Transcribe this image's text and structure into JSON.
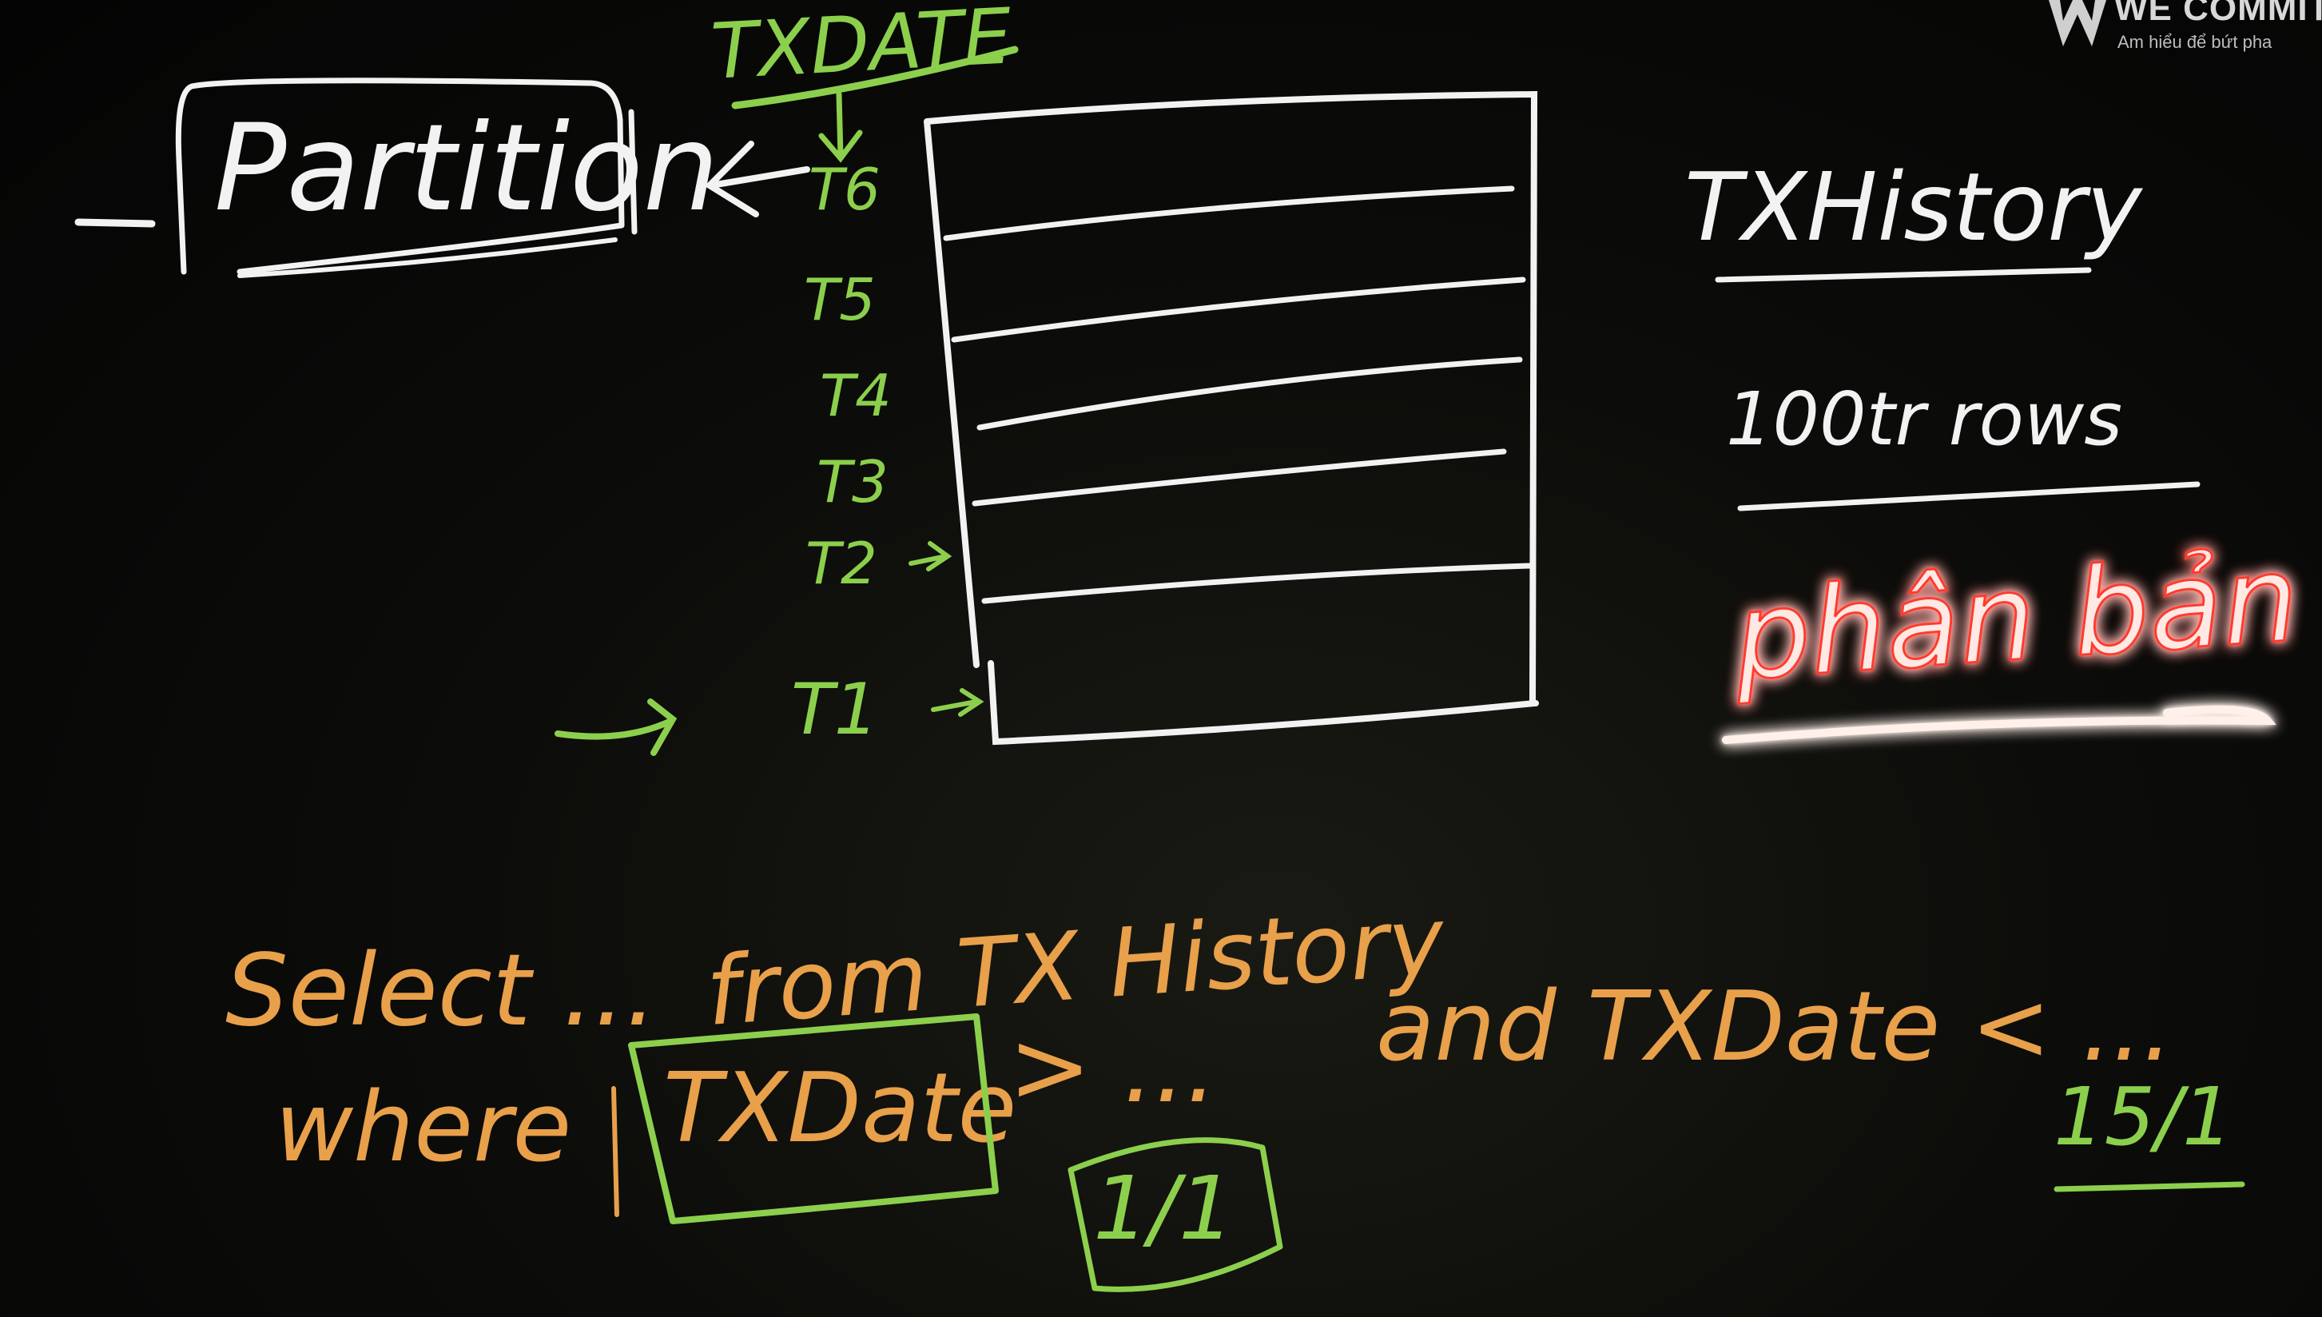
{
  "colors": {
    "chalk_white": "#f2f2f2",
    "chalk_green": "#8ccf4d",
    "chalk_orange": "#e8a04a",
    "neon_red": "#ff3b2f",
    "neon_glow": "#ff1a0a",
    "board": "#060606"
  },
  "logo": {
    "brand": "WE COMMIT",
    "tagline": "Am hiểu để bứt pha",
    "icon": "we-commit-logo-icon"
  },
  "diagram": {
    "column_label": "TXDATE",
    "partition_label": "Partition",
    "table_name": "TXHistory",
    "row_count": "100tr rows",
    "highlight": "phân bản",
    "partitions": [
      "T6",
      "T5",
      "T4",
      "T3",
      "T2",
      "T1"
    ]
  },
  "query": {
    "select": "Select ...",
    "from": "from TX History",
    "where": "where",
    "column": "TXDate",
    "operator": "> ...",
    "and_clause": "and TXDate < ...",
    "start_date": "1/1",
    "end_date": "15/1"
  }
}
